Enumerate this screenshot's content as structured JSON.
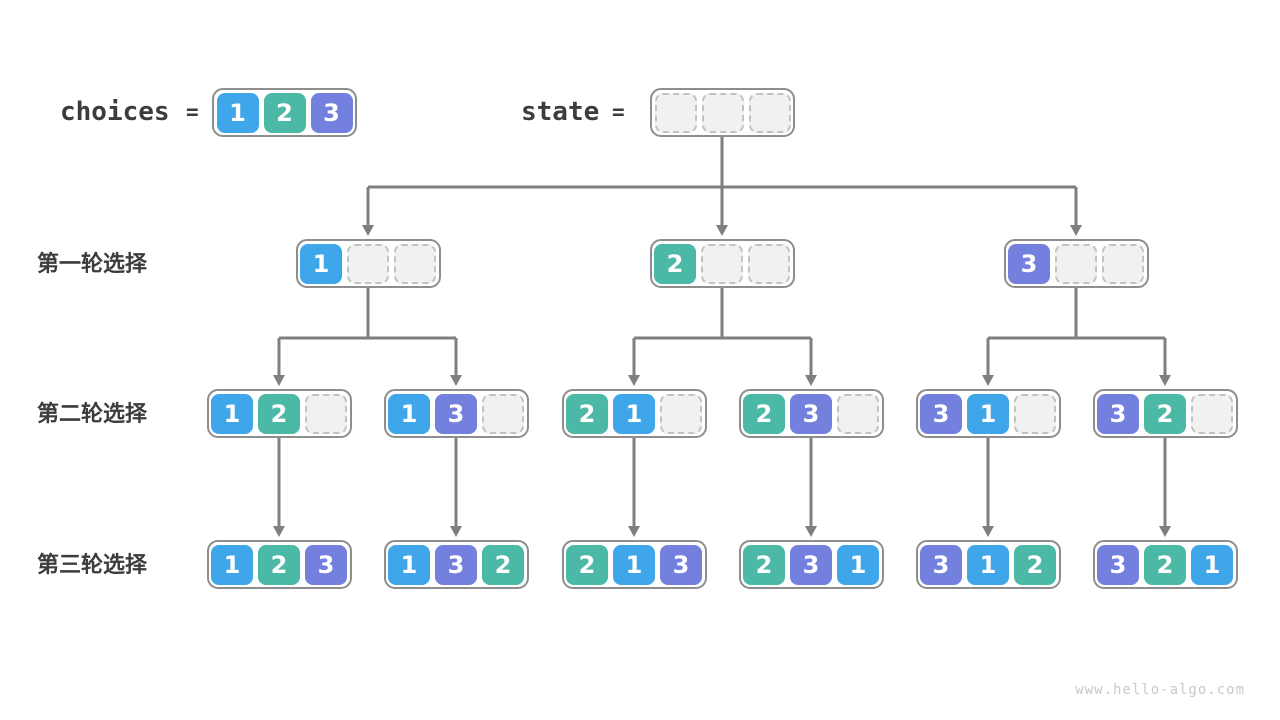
{
  "palette": {
    "value_colors": {
      "1": "#3EA6E9",
      "2": "#4CB9A6",
      "3": "#7480DE"
    },
    "empty_fill": "#F1F1F1",
    "empty_border": "#C2C2C2",
    "node_border": "#8E8E8E",
    "line": "#7F7F7F",
    "text_dark": "#3C3C3C",
    "watermark": "#C9C9C9"
  },
  "header": {
    "choices_label": "choices",
    "equals_sign": "=",
    "state_label": "state",
    "choices_cells": [
      "1",
      "2",
      "3"
    ],
    "state_cells": [
      "",
      "",
      ""
    ]
  },
  "tree": {
    "rows": [
      {
        "label": "第一轮选择",
        "nodes": [
          [
            "1",
            "",
            ""
          ],
          [
            "2",
            "",
            ""
          ],
          [
            "3",
            "",
            ""
          ]
        ]
      },
      {
        "label": "第二轮选择",
        "nodes": [
          [
            "1",
            "2",
            ""
          ],
          [
            "1",
            "3",
            ""
          ],
          [
            "2",
            "1",
            ""
          ],
          [
            "2",
            "3",
            ""
          ],
          [
            "3",
            "1",
            ""
          ],
          [
            "3",
            "2",
            ""
          ]
        ]
      },
      {
        "label": "第三轮选择",
        "nodes": [
          [
            "1",
            "2",
            "3"
          ],
          [
            "1",
            "3",
            "2"
          ],
          [
            "2",
            "1",
            "3"
          ],
          [
            "2",
            "3",
            "1"
          ],
          [
            "3",
            "1",
            "2"
          ],
          [
            "3",
            "2",
            "1"
          ]
        ]
      }
    ]
  },
  "footer": {
    "watermark": "www.hello-algo.com"
  }
}
